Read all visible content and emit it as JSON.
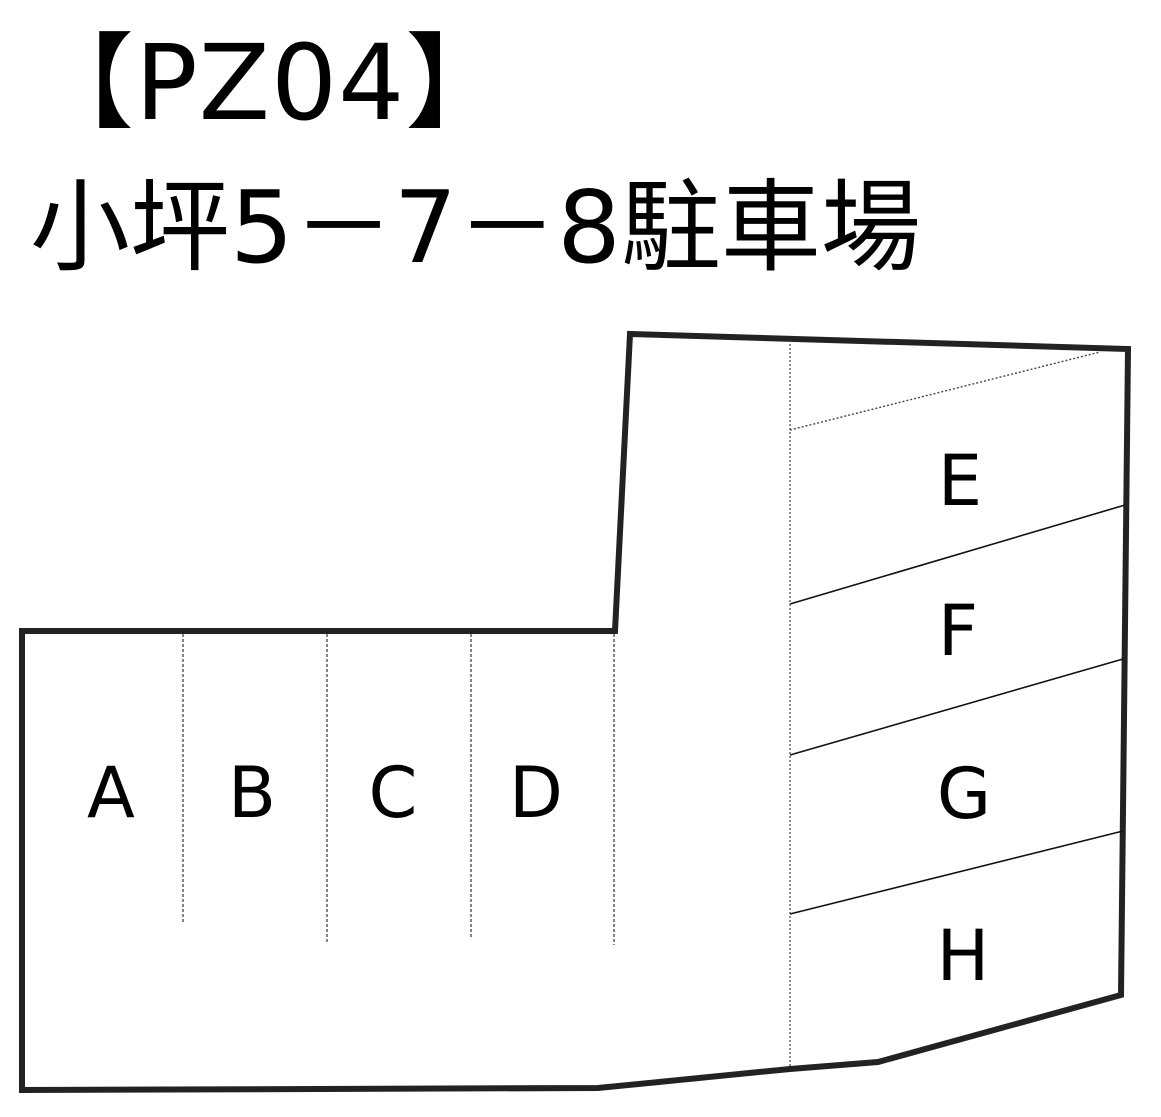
{
  "title": {
    "code": "【PZ04】",
    "name": "小坪5－7－8駐車場"
  },
  "colors": {
    "outline": "#222222",
    "divider": "#111111",
    "background": "#ffffff"
  },
  "parking_spaces": [
    {
      "id": "A",
      "label": "A",
      "group": "left-row"
    },
    {
      "id": "B",
      "label": "B",
      "group": "left-row"
    },
    {
      "id": "C",
      "label": "C",
      "group": "left-row"
    },
    {
      "id": "D",
      "label": "D",
      "group": "left-row"
    },
    {
      "id": "E",
      "label": "E",
      "group": "right-column"
    },
    {
      "id": "F",
      "label": "F",
      "group": "right-column"
    },
    {
      "id": "G",
      "label": "G",
      "group": "right-column"
    },
    {
      "id": "H",
      "label": "H",
      "group": "right-column"
    }
  ]
}
